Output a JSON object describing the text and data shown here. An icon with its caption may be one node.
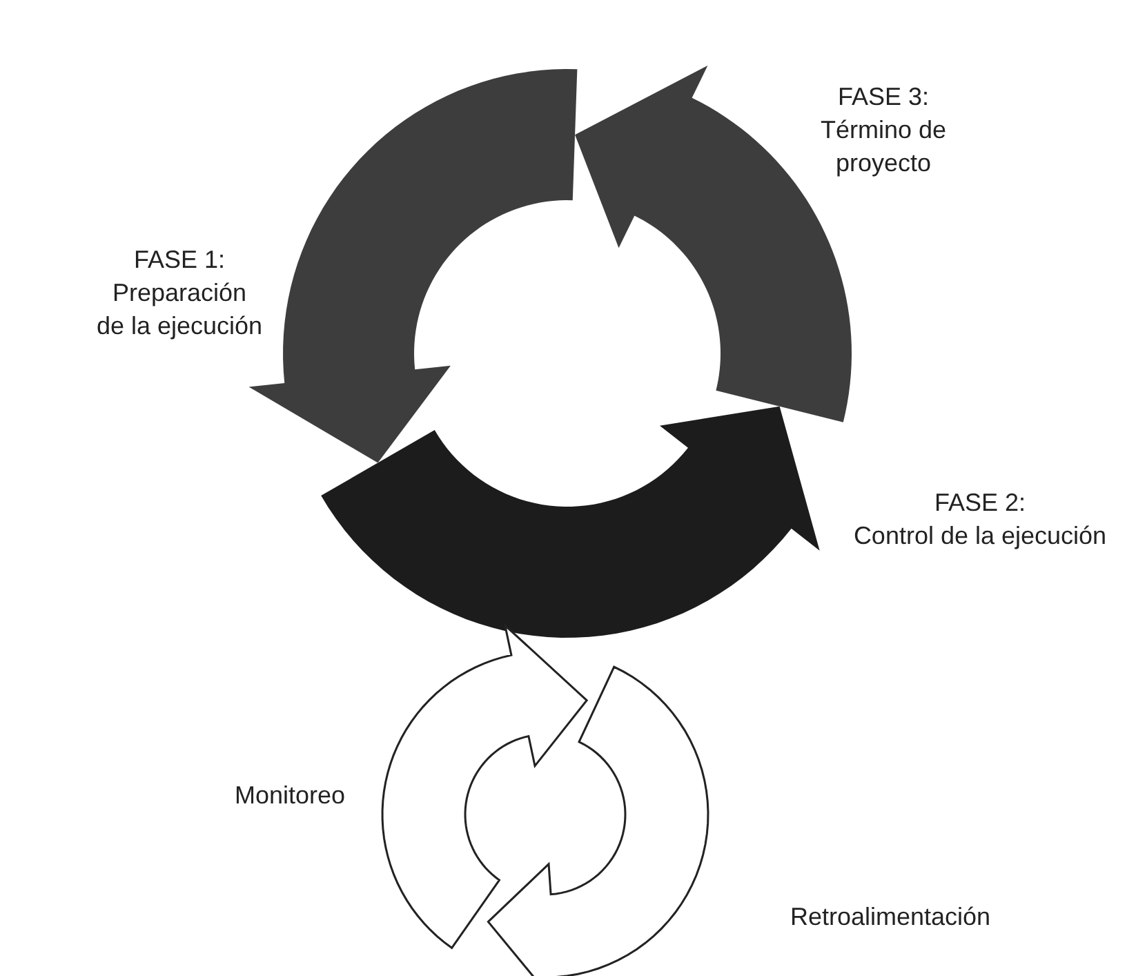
{
  "diagram": {
    "labels": [
      "FASE 3:",
      "Término de proyecto",
      "FASE 1:",
      "Preparación",
      "de la ejecución",
      "FASE 2:",
      "Control de la ejecución",
      "Monitoreo",
      "Retroalimentación"
    ]
  }
}
